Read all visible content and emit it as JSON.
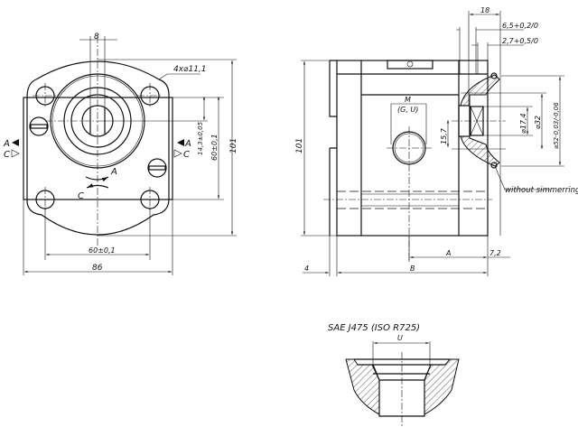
{
  "front_view": {
    "dim_key_width": "8",
    "dim_holes": "4x⌀11,1",
    "dim_height": "101",
    "dim_hole_spacing_v": "60±0,1",
    "dim_offset": "14,3±0,05",
    "dim_hole_spacing_h": "60±0,1",
    "dim_width": "86",
    "label_a": "A",
    "label_c": "C",
    "rotation_a": "A",
    "rotation_c": "C"
  },
  "side_view": {
    "dim_18": "18",
    "dim_6_5": "6,5+0,2/0",
    "dim_2_7": "2,7+0,5/0",
    "dim_height": "101",
    "port_label": "M",
    "port_sub": "(G, U)",
    "dim_15_7": "15,7",
    "dim_17_4": "⌀17,4",
    "dim_32": "⌀32",
    "dim_52": "⌀52-0,03/-0,06",
    "note": "without  simmerring",
    "dim_a": "A",
    "dim_7_2": "7,2",
    "dim_b": "B",
    "dim_4": "4"
  },
  "detail": {
    "title": "SAE J475 (ISO R725)",
    "dim_u": "U"
  }
}
